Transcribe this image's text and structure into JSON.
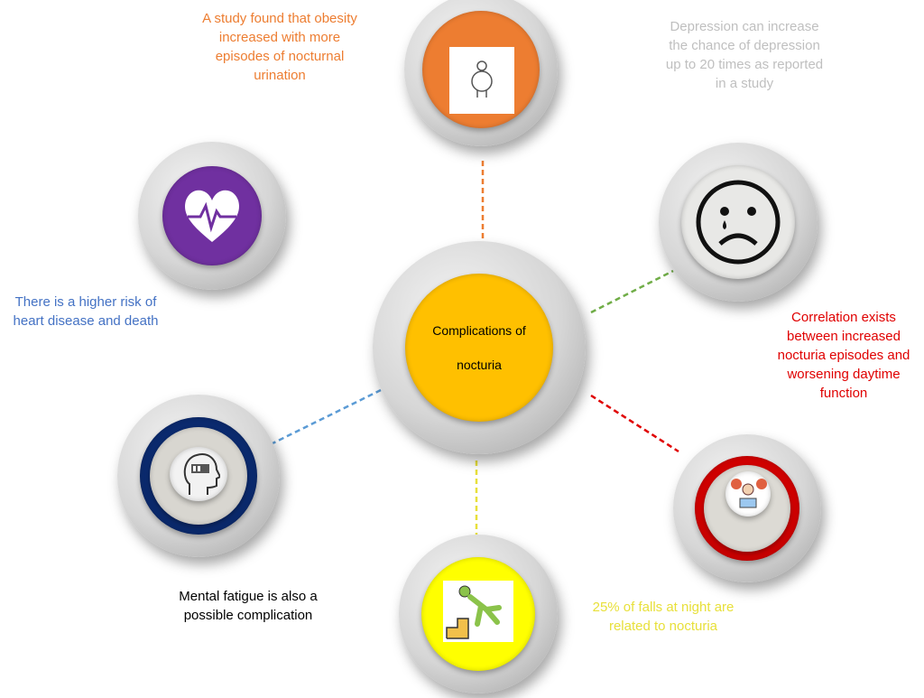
{
  "center": {
    "line1": "Complications of",
    "line2": "nocturia"
  },
  "items": [
    {
      "id": "obesity",
      "text": "A study found that obesity increased with more episodes of nocturnal urination",
      "color": "#ed7d31",
      "icon": "obese-person-icon"
    },
    {
      "id": "depression",
      "text": "Depression can increase the chance of depression up to 20 times as reported in a study",
      "color": "#bfbfbf",
      "icon": "sad-face-icon"
    },
    {
      "id": "heart",
      "text": "There is a higher risk of heart disease and death",
      "color": "#4472c4",
      "icon": "heart-pulse-icon"
    },
    {
      "id": "daytime",
      "text": "Correlation exists between increased nocturia episodes and worsening daytime function",
      "color": "#e00000",
      "icon": "tired-worker-icon"
    },
    {
      "id": "fatigue",
      "text": "Mental fatigue is also a possible complication",
      "color": "#000000",
      "icon": "low-battery-head-icon"
    },
    {
      "id": "falls",
      "text": "25% of falls at night are related to nocturia",
      "color": "#e8e03a",
      "icon": "falling-stairs-icon"
    }
  ]
}
